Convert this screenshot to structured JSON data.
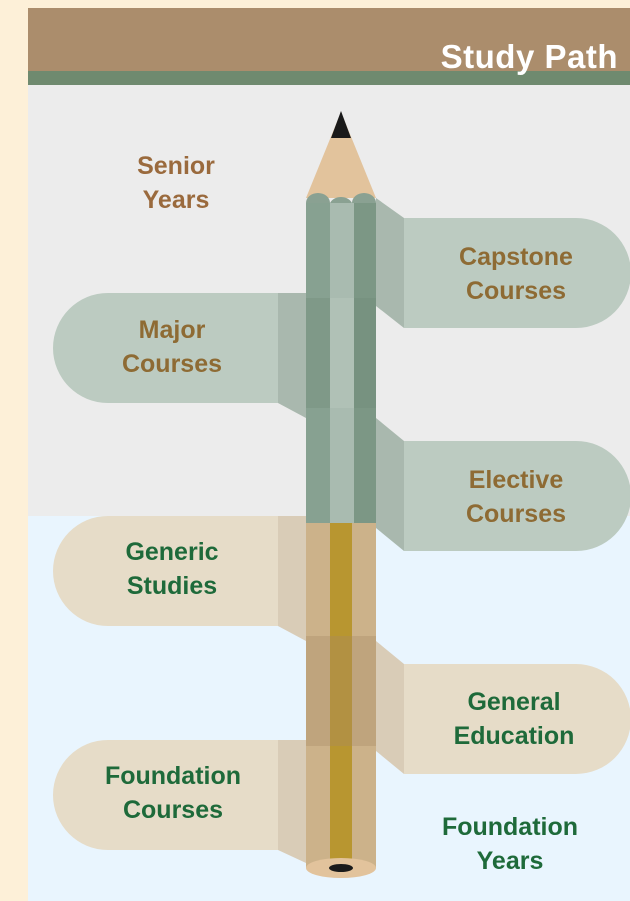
{
  "header": {
    "title": "Study Path"
  },
  "zones": {
    "senior": {
      "label": "Senior\nYears"
    },
    "foundation": {
      "label": "Foundation\nYears"
    }
  },
  "steps": [
    {
      "label": "Capstone\nCourses"
    },
    {
      "label": "Major\nCourses"
    },
    {
      "label": "Elective\nCourses"
    },
    {
      "label": "Generic\nStudies"
    },
    {
      "label": "General\nEducation"
    },
    {
      "label": "Foundation\nCourses"
    }
  ],
  "colors": {
    "banner": "#ab8d6c",
    "banner_stripe": "#6f8a6f",
    "senior_background": "#ececec",
    "foundation_background": "#e9f5fe",
    "senior_card": "#bccbc1",
    "foundation_card": "#e6dcc8",
    "senior_text": "#9a6a3d",
    "senior_step_text": "#8e6b34",
    "foundation_text": "#1e6a3a"
  },
  "icons": {
    "pencil": "pencil-icon"
  }
}
